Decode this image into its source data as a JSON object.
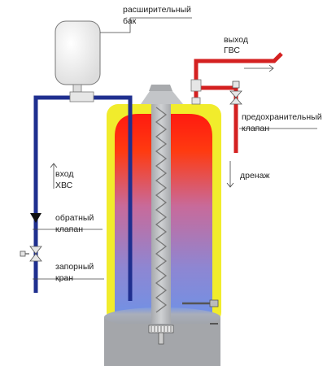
{
  "labels": {
    "expansion_tank": [
      "расширительный",
      "бак"
    ],
    "hot_water_outlet": [
      "выход",
      "ГВС"
    ],
    "safety_valve": [
      "предохранительный",
      "клапан"
    ],
    "drain": "дренаж",
    "cold_water_inlet": [
      "вход",
      "ХВС"
    ],
    "check_valve": [
      "обратный",
      "клапан"
    ],
    "shutoff_valve": [
      "запорный",
      "кран"
    ]
  },
  "colors": {
    "cold_pipe": "#1f2f8f",
    "hot_pipe": "#d42121",
    "insulation": "#f1ec2c",
    "tank_hot": "#ff1a10",
    "tank_cold": "#6f92e6",
    "body_gray": "#a8aaad",
    "line": "#444444"
  }
}
